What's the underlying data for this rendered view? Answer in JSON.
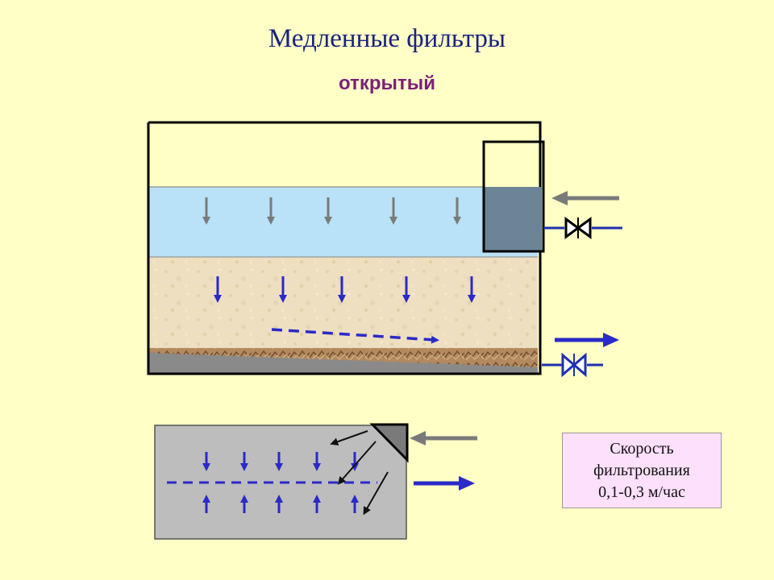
{
  "title": "Медленные фильтры",
  "subtitle": "открытый",
  "speed_note": {
    "line1": "Скорость",
    "line2": "фильтрования",
    "line3": "0,1-0,3 м/час"
  },
  "colors": {
    "background": "#FFFFC6",
    "water": "#B9E1F7",
    "sand": "#EFE0C2",
    "gravel": "#A97D58",
    "flow_arrow": "#2A2AC8",
    "inflow_arrow": "#7A7A7A",
    "plan_box": "#BDBDBD",
    "note_box": "#FDE0FB"
  },
  "icons": [
    "valve-icon",
    "inlet-arrow-icon",
    "outlet-arrow-icon"
  ]
}
